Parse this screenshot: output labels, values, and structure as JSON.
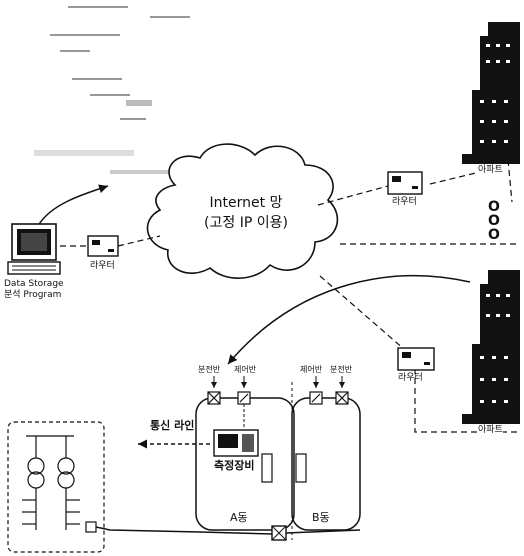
{
  "internet_cloud": {
    "line1": "Internet 망",
    "line2": "(고정 IP 이용)"
  },
  "storage_pc": {
    "line1": "Data Storage",
    "line2": "분석 Program"
  },
  "routers": {
    "left": "라우터",
    "top_right": "라우터",
    "bottom_right": "라우터"
  },
  "apartments": {
    "top": "아파트",
    "bottom": "아파트"
  },
  "ellipsis": "O O O",
  "building_a": {
    "panel_left": "분전반",
    "panel_right": "제어반",
    "device": "측정장비",
    "name": "A동"
  },
  "building_b": {
    "panel_left": "제어반",
    "panel_right": "분전반",
    "name": "B동"
  },
  "comm_line": "통신 라인"
}
